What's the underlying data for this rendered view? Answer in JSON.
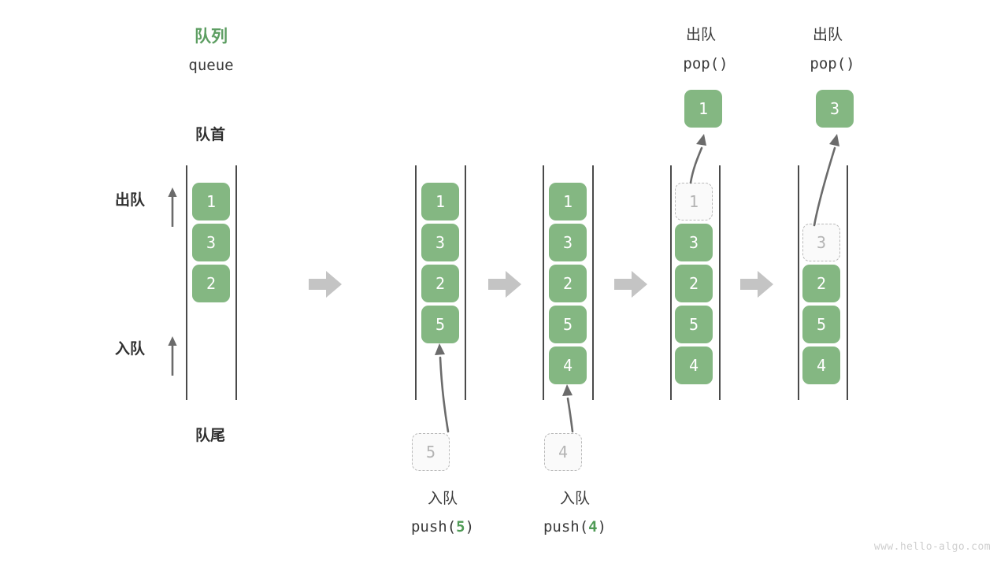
{
  "diagram": {
    "title_cn": "队列",
    "title_en": "queue",
    "head_label": "队首",
    "tail_label": "队尾",
    "dequeue_label": "出队",
    "enqueue_label": "入队",
    "watermark": "www.hello-algo.com",
    "colors": {
      "accent_green": "#5d9e62",
      "cell_green": "#84b782",
      "rail_gray": "#4a4a4a",
      "ghost_border": "#b9b9b9",
      "ghost_text": "#b4b4b4",
      "step_arrow_gray": "#c4c4c4",
      "thin_arrow_gray": "#6b6b6b",
      "watermark_gray": "#cfcfcf"
    }
  },
  "panels": [
    {
      "id": "initial-queue",
      "cells": [
        {
          "value": "1",
          "state": "solid",
          "slot": 0
        },
        {
          "value": "3",
          "state": "solid",
          "slot": 1
        },
        {
          "value": "2",
          "state": "solid",
          "slot": 2
        }
      ],
      "incoming": null,
      "popped": null,
      "caption_cn": "",
      "caption_code": ""
    },
    {
      "id": "push-5",
      "cells": [
        {
          "value": "1",
          "state": "solid",
          "slot": 0
        },
        {
          "value": "3",
          "state": "solid",
          "slot": 1
        },
        {
          "value": "2",
          "state": "solid",
          "slot": 2
        },
        {
          "value": "5",
          "state": "solid",
          "slot": 3
        }
      ],
      "incoming": {
        "value": "5",
        "state": "ghost"
      },
      "popped": null,
      "caption_cn": "入队",
      "caption_code_prefix": "push(",
      "caption_code_arg": "5",
      "caption_code_suffix": ")"
    },
    {
      "id": "push-4",
      "cells": [
        {
          "value": "1",
          "state": "solid",
          "slot": 0
        },
        {
          "value": "3",
          "state": "solid",
          "slot": 1
        },
        {
          "value": "2",
          "state": "solid",
          "slot": 2
        },
        {
          "value": "5",
          "state": "solid",
          "slot": 3
        },
        {
          "value": "4",
          "state": "solid",
          "slot": 4
        }
      ],
      "incoming": {
        "value": "4",
        "state": "ghost"
      },
      "popped": null,
      "caption_cn": "入队",
      "caption_code_prefix": "push(",
      "caption_code_arg": "4",
      "caption_code_suffix": ")"
    },
    {
      "id": "pop-1",
      "cells": [
        {
          "value": "1",
          "state": "ghost",
          "slot": 0
        },
        {
          "value": "3",
          "state": "solid",
          "slot": 1
        },
        {
          "value": "2",
          "state": "solid",
          "slot": 2
        },
        {
          "value": "5",
          "state": "solid",
          "slot": 3
        },
        {
          "value": "4",
          "state": "solid",
          "slot": 4
        }
      ],
      "incoming": null,
      "popped": {
        "value": "1",
        "state": "solid"
      },
      "header_cn": "出队",
      "header_code": "pop()"
    },
    {
      "id": "pop-3",
      "cells": [
        {
          "value": "3",
          "state": "ghost",
          "slot": 1
        },
        {
          "value": "2",
          "state": "solid",
          "slot": 2
        },
        {
          "value": "5",
          "state": "solid",
          "slot": 3
        },
        {
          "value": "4",
          "state": "solid",
          "slot": 4
        }
      ],
      "incoming": null,
      "popped": {
        "value": "3",
        "state": "solid"
      },
      "header_cn": "出队",
      "header_code": "pop()"
    }
  ],
  "step_arrows": [
    "step-arrow-1",
    "step-arrow-2",
    "step-arrow-3",
    "step-arrow-4"
  ]
}
